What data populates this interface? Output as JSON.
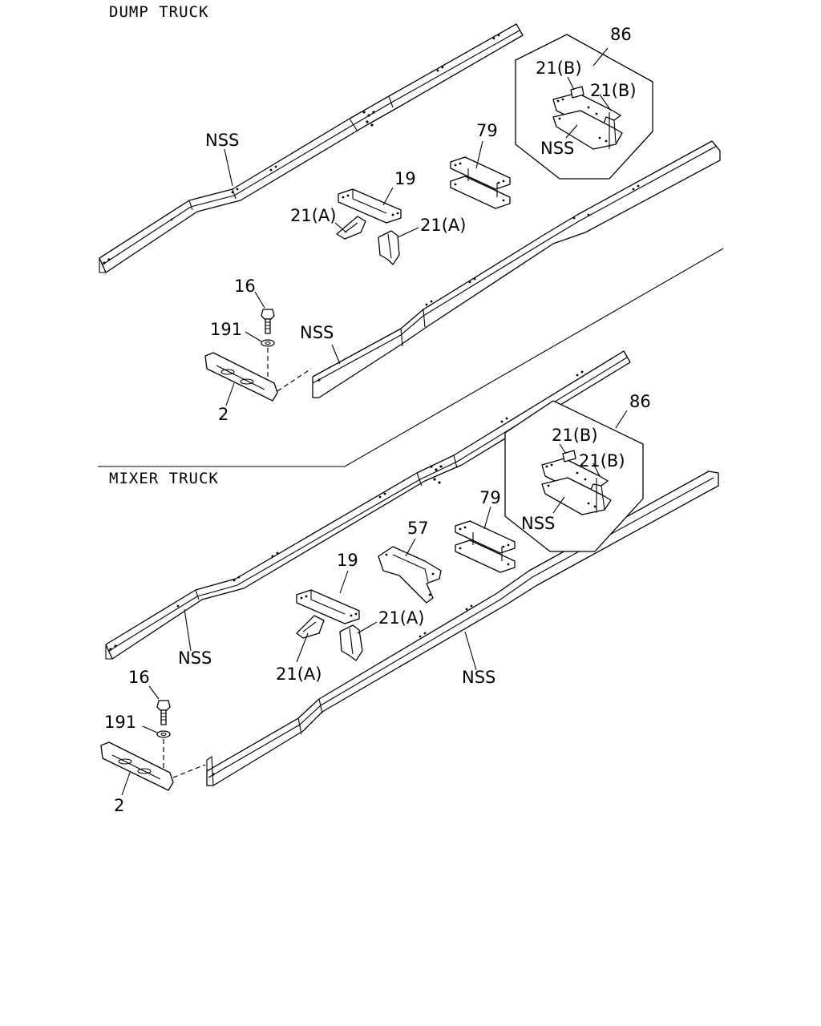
{
  "sections": {
    "dump": {
      "title": "DUMP TRUCK",
      "callouts": {
        "nss_left_rail": "NSS",
        "nss_right_rail": "NSS",
        "nss_inset": "NSS",
        "part_86": "86",
        "part_21b_top": "21(B)",
        "part_21b_right": "21(B)",
        "part_79": "79",
        "part_19": "19",
        "part_21a_left": "21(A)",
        "part_21a_right": "21(A)",
        "part_16": "16",
        "part_191": "191",
        "part_2": "2"
      }
    },
    "mixer": {
      "title": "MIXER TRUCK",
      "callouts": {
        "nss_left_rail": "NSS",
        "nss_right_rail": "NSS",
        "nss_inset": "NSS",
        "part_86": "86",
        "part_21b_top": "21(B)",
        "part_21b_right": "21(B)",
        "part_79": "79",
        "part_57": "57",
        "part_19": "19",
        "part_21a_right": "21(A)",
        "part_21a_left": "21(A)",
        "part_16": "16",
        "part_191": "191",
        "part_2": "2"
      }
    }
  }
}
